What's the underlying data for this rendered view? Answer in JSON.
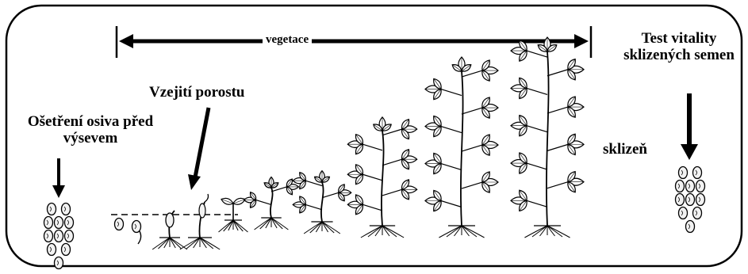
{
  "labels": {
    "vegetace": "vegetace",
    "emergence": "Vzejití porostu",
    "seed_treatment": "Ošetření osiva před výsevem",
    "harvest": "sklizeň",
    "vitality_test": "Test vitality sklizených semen"
  },
  "stages": [
    "seed",
    "germinating-seed",
    "hypocotyl-hook",
    "emerged-cotyledons",
    "unifoliate",
    "first-trifoliate",
    "second-trifoliate",
    "flowering-plant",
    "pod-fill-plant",
    "mature-plant"
  ],
  "colors": {
    "ink": "#000000",
    "seed_fill": "#f2f2f2",
    "leaf_fill": "#ffffff"
  }
}
